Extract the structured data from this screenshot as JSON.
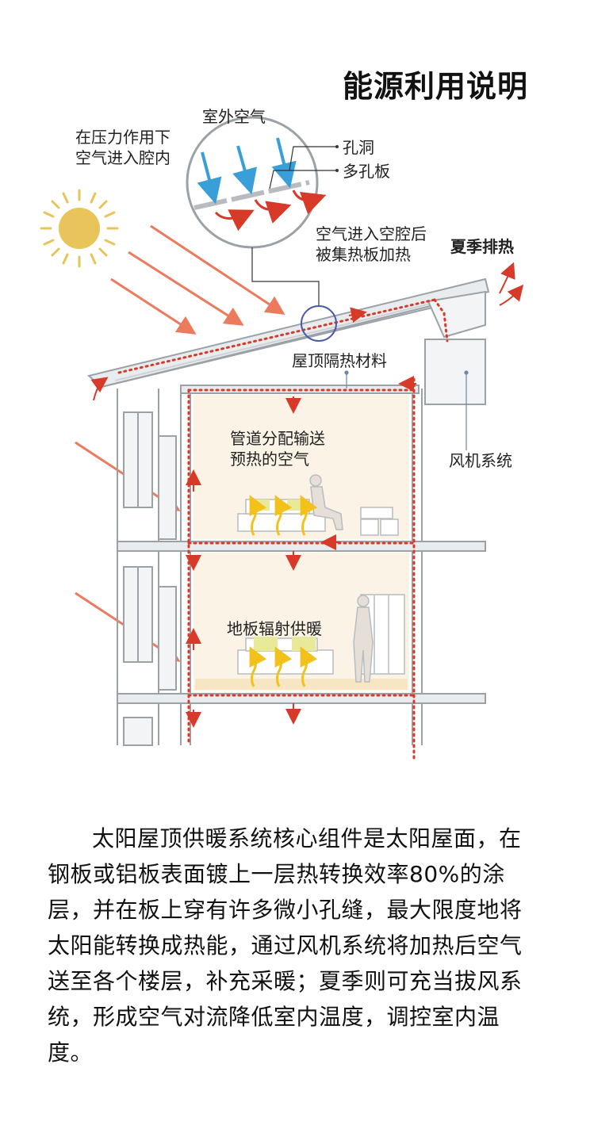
{
  "title": "能源利用说明",
  "labels": {
    "outside_air": "室外空气",
    "pressure_line1": "在压力作用下",
    "pressure_line2": "空气进入腔内",
    "hole": "孔洞",
    "perforated_panel": "多孔板",
    "cavity_line1": "空气进入空腔后",
    "cavity_line2": "被集热板加热",
    "summer_exhaust": "夏季排热",
    "roof_insulation": "屋顶隔热材料",
    "duct_line1": "管道分配输送",
    "duct_line2": "预热的空气",
    "fan_system": "风机系统",
    "floor_heating": "地板辐射供暖"
  },
  "description": "太阳屋顶供暖系统核心组件是太阳屋面，在钢板或铝板表面镀上一层热转换效率80%的涂层，并在板上穿有许多微小孔缝，最大限度地将太阳能转换成热能，通过风机系统将加热后空气送至各个楼层，补充采暖；夏季则可充当拔风系统，形成空气对流降低室内温度，调控室内温度。",
  "colors": {
    "sun": "#e8c45a",
    "solar_ray": "#ec7a5c",
    "air_flow": "#d83a2a",
    "cool_air": "#3a9fd8",
    "warm_air": "#f2c21a",
    "structure": "#9aa2a8",
    "callout": "#4a5aa8"
  }
}
